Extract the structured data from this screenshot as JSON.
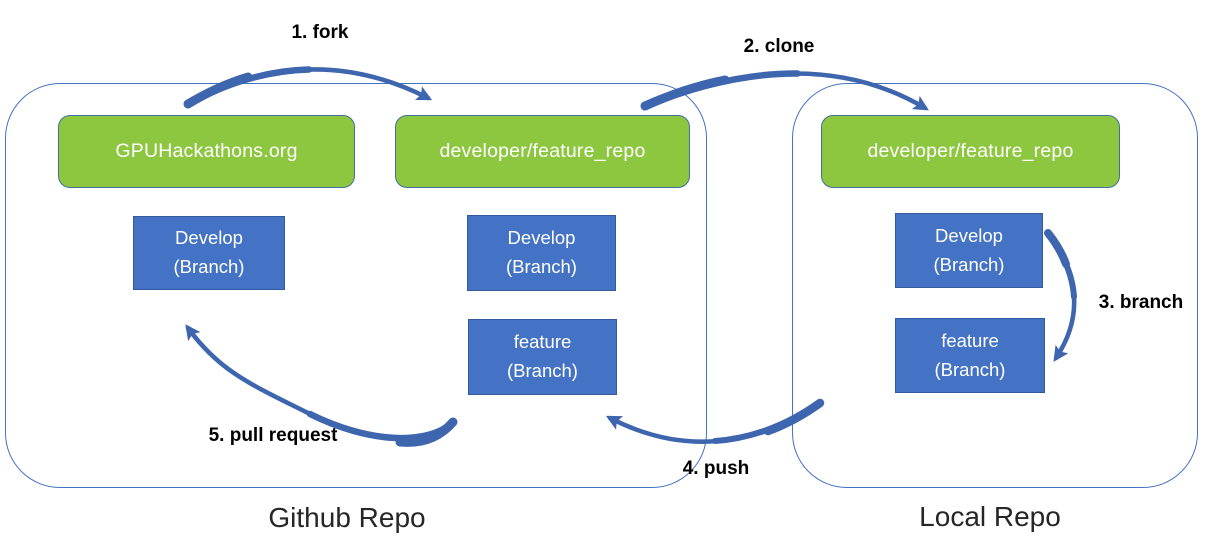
{
  "colors": {
    "background": "#ffffff",
    "container_border": "#4472c4",
    "repo_fill": "#8dc63f",
    "repo_border": "#41719c",
    "branch_fill": "#4472c4",
    "branch_border": "#35599e",
    "arrow": "#3e66ae",
    "box_text": "#ffffff",
    "step_text": "#000000",
    "caption_text": "#262626"
  },
  "containers": {
    "github": {
      "label": "Github Repo"
    },
    "local": {
      "label": "Local Repo"
    }
  },
  "repos": {
    "upstream": {
      "label": "GPUHackathons.org"
    },
    "github_fork": {
      "label": "developer/feature_repo"
    },
    "local_clone": {
      "label": "developer/feature_repo"
    }
  },
  "branches": {
    "upstream_develop": {
      "line1": "Develop",
      "line2": "(Branch)"
    },
    "fork_develop": {
      "line1": "Develop",
      "line2": "(Branch)"
    },
    "fork_feature": {
      "line1": "feature",
      "line2": "(Branch)"
    },
    "local_develop": {
      "line1": "Develop",
      "line2": "(Branch)"
    },
    "local_feature": {
      "line1": "feature",
      "line2": "(Branch)"
    }
  },
  "steps": {
    "fork": {
      "label": "1. fork"
    },
    "clone": {
      "label": "2. clone"
    },
    "branch": {
      "label": "3. branch"
    },
    "push": {
      "label": "4. push"
    },
    "pull_request": {
      "label": "5. pull request"
    }
  }
}
